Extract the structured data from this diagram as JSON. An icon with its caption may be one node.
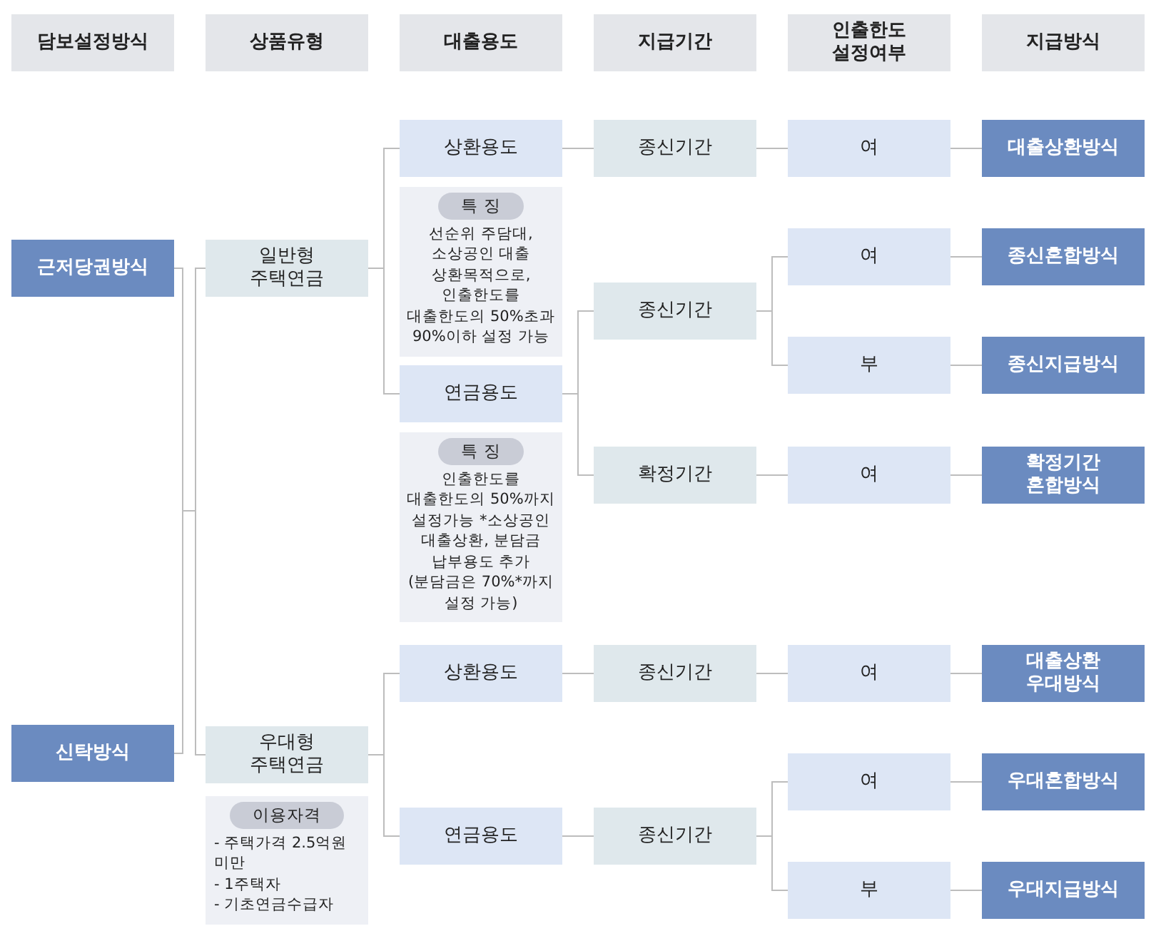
{
  "diagram": {
    "nodes": [
      {
        "text": [
          "담보설정방식"
        ]
      },
      {
        "text": [
          "상품유형"
        ]
      },
      {
        "text": [
          "대출용도"
        ]
      },
      {
        "text": [
          "지급기간"
        ]
      },
      {
        "text": [
          "인출한도 설정여부"
        ]
      },
      {
        "text": [
          "지급방식"
        ]
      },
      {
        "text": [
          "근저당권방식"
        ]
      },
      {
        "text": [
          "신탁방식"
        ]
      },
      {
        "text": [
          "일반형 주택연금"
        ]
      },
      {
        "text": [
          "우대형 주택연금"
        ]
      },
      {
        "text": [
          "이용자격",
          "- 주택가격 2.5억원 미만",
          "- 1주택자",
          "- 기초연금수급자"
        ]
      },
      {
        "text": [
          "상환용도"
        ]
      },
      {
        "text": [
          "특 징",
          "선순위 주담대, 소상공인 대출 상환목적으로, 인출한도를 대출한도의 50%초과 90%이하 설정 가능"
        ]
      },
      {
        "text": [
          "연금용도"
        ]
      },
      {
        "text": [
          "특 징",
          "인출한도를 대출한도의 50%까지 설정가능 *소상공인 대출상환, 분담금 납부용도 추가 (분담금은 70%*까지 설정 가능)"
        ]
      },
      {
        "text": [
          "상환용도"
        ]
      },
      {
        "text": [
          "연금용도"
        ]
      },
      {
        "text": [
          "종신기간"
        ]
      },
      {
        "text": [
          "종신기간"
        ]
      },
      {
        "text": [
          "확정기간"
        ]
      },
      {
        "text": [
          "종신기간"
        ]
      },
      {
        "text": [
          "종신기간"
        ]
      },
      {
        "text": [
          "여"
        ]
      },
      {
        "text": [
          "여"
        ]
      },
      {
        "text": [
          "부"
        ]
      },
      {
        "text": [
          "여"
        ]
      },
      {
        "text": [
          "여"
        ]
      },
      {
        "text": [
          "여"
        ]
      },
      {
        "text": [
          "부"
        ]
      },
      {
        "text": [
          "대출상환방식"
        ]
      },
      {
        "text": [
          "종신혼합방식"
        ]
      },
      {
        "text": [
          "종신지급방식"
        ]
      },
      {
        "text": [
          "확정기간 혼합방식"
        ]
      },
      {
        "text": [
          "대출상환 우대방식"
        ]
      },
      {
        "text": [
          "우대혼합방식"
        ]
      },
      {
        "text": [
          "우대지급방식"
        ]
      }
    ],
    "edges": [
      {
        "from": 6,
        "to": 8,
        "arrow": "none"
      },
      {
        "from": 6,
        "to": 9,
        "arrow": "none"
      },
      {
        "from": 7,
        "to": 8,
        "arrow": "none"
      },
      {
        "from": 7,
        "to": 9,
        "arrow": "none"
      },
      {
        "from": 8,
        "to": 11,
        "arrow": "none"
      },
      {
        "from": 8,
        "to": 13,
        "arrow": "none"
      },
      {
        "from": 9,
        "to": 15,
        "arrow": "none"
      },
      {
        "from": 9,
        "to": 16,
        "arrow": "none"
      },
      {
        "from": 11,
        "to": 17,
        "arrow": "none"
      },
      {
        "from": 13,
        "to": 18,
        "arrow": "none"
      },
      {
        "from": 13,
        "to": 19,
        "arrow": "none"
      },
      {
        "from": 15,
        "to": 20,
        "arrow": "none"
      },
      {
        "from": 16,
        "to": 21,
        "arrow": "none"
      },
      {
        "from": 17,
        "to": 22,
        "arrow": "none"
      },
      {
        "from": 18,
        "to": 23,
        "arrow": "none"
      },
      {
        "from": 18,
        "to": 24,
        "arrow": "none"
      },
      {
        "from": 19,
        "to": 25,
        "arrow": "none"
      },
      {
        "from": 20,
        "to": 26,
        "arrow": "none"
      },
      {
        "from": 21,
        "to": 27,
        "arrow": "none"
      },
      {
        "from": 21,
        "to": 28,
        "arrow": "none"
      },
      {
        "from": 22,
        "to": 29,
        "arrow": "none"
      },
      {
        "from": 23,
        "to": 30,
        "arrow": "none"
      },
      {
        "from": 24,
        "to": 31,
        "arrow": "none"
      },
      {
        "from": 25,
        "to": 32,
        "arrow": "none"
      },
      {
        "from": 26,
        "to": 33,
        "arrow": "none"
      },
      {
        "from": 27,
        "to": 34,
        "arrow": "none"
      },
      {
        "from": 28,
        "to": 35,
        "arrow": "none"
      }
    ]
  }
}
